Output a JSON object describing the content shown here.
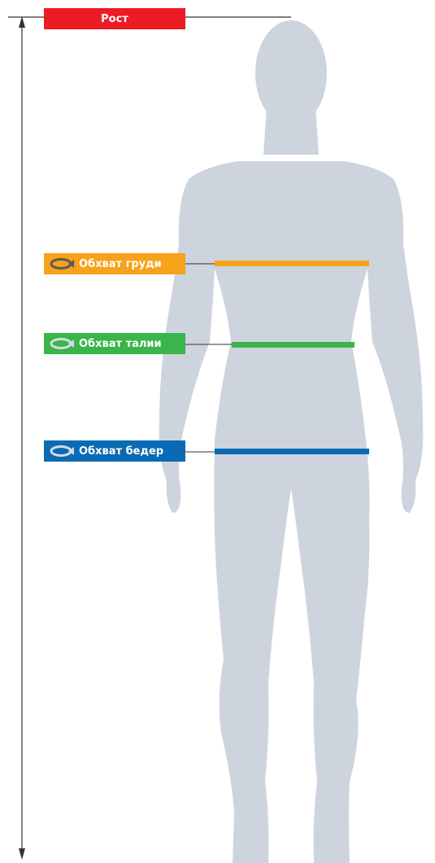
{
  "labels": {
    "height": "Рост",
    "chest": "Обхват груди",
    "waist": "Обхват талии",
    "hips": "Обхват бедер"
  },
  "icons": {
    "chest": "rotate-arrow-icon",
    "waist": "rotate-arrow-icon",
    "hips": "rotate-arrow-icon"
  },
  "colors": {
    "height": "#ed1c24",
    "chest": "#f7a21b",
    "waist": "#39b54a",
    "hips": "#0a6bb4",
    "body": "#ced4dd",
    "leader": "#333333"
  }
}
